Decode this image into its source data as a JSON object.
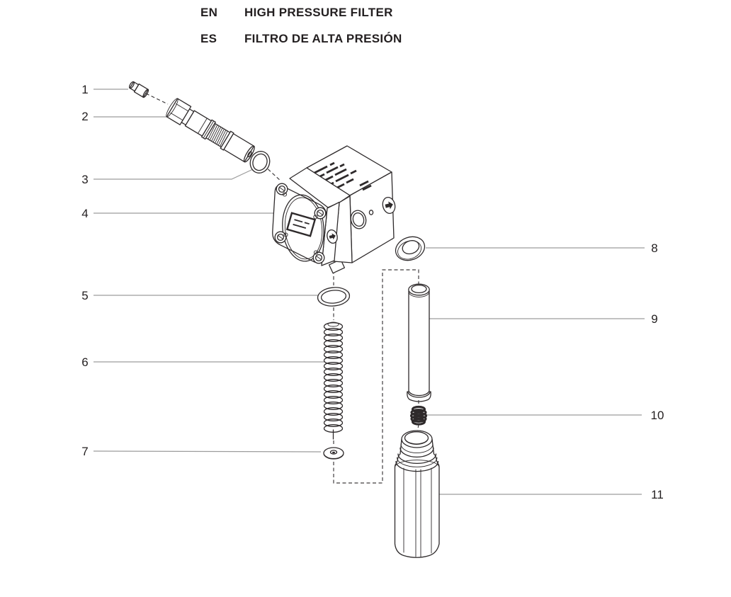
{
  "title": {
    "en_code": "EN",
    "en_text": "HIGH PRESSURE FILTER",
    "es_code": "ES",
    "es_text": "FILTRO DE ALTA PRESIÓN"
  },
  "callouts": [
    {
      "num": "1"
    },
    {
      "num": "2"
    },
    {
      "num": "3"
    },
    {
      "num": "4"
    },
    {
      "num": "5"
    },
    {
      "num": "6"
    },
    {
      "num": "7"
    },
    {
      "num": "8"
    },
    {
      "num": "9"
    },
    {
      "num": "10"
    },
    {
      "num": "11"
    }
  ],
  "colors": {
    "bg": "#ffffff",
    "line": "#2e2a2b",
    "leader": "#9c9c9c",
    "dash": "#413e3f",
    "text": "#231f20"
  }
}
